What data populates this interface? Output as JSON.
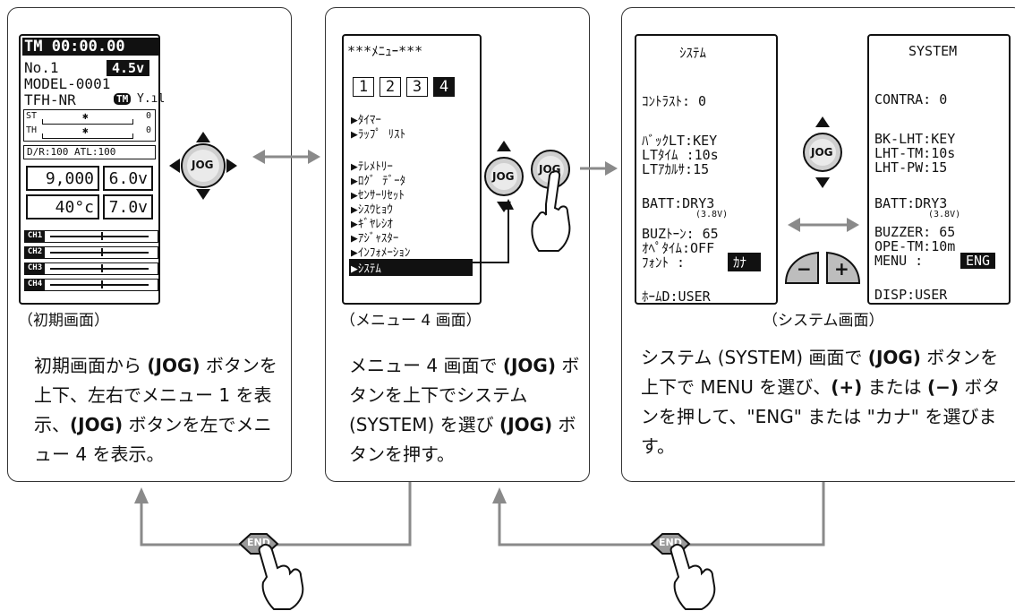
{
  "panel1": {
    "lcd": {
      "timer": "TM 00:00.00",
      "model_no": "No.1",
      "voltage": "4.5v",
      "model_name": "MODEL-0001",
      "system_type": "TFH-NR",
      "tm_badge": "TM",
      "st_label": "ST",
      "st_value": "0",
      "th_label": "TH",
      "th_value": "0",
      "dr_atl": "D/R:100 ATL:100",
      "box1": "9,000",
      "box2": "6.0v",
      "box3": "40°c",
      "box4": "7.0v",
      "channels": [
        "CH1",
        "CH2",
        "CH3",
        "CH4"
      ]
    },
    "caption": "（初期画面）",
    "description_parts": [
      "初期画面から",
      "(JOG)",
      "ボタンを上下、左右でメニュー 1 を表示、",
      "(JOG)",
      "ボタンを左でメニュー 4 を表示。"
    ]
  },
  "panel2": {
    "lcd": {
      "title": "***ﾒﾆｭｰ***",
      "numbers": [
        "1",
        "2",
        "3",
        "4"
      ],
      "items": [
        "▶ﾀｲﾏｰ",
        "▶ﾗｯﾌﾟ ﾘｽﾄ",
        "▶ﾃﾚﾒﾄﾘｰ",
        "▶ﾛｸﾞ ﾃﾞｰﾀ",
        "▶ｾﾝｻｰﾘｾｯﾄ",
        "▶ｼｽｳﾋｮｳ",
        "▶ｷﾞﾔﾚｼｵ",
        "▶ｱｼﾞｬｽﾀｰ",
        "▶ｲﾝﾌｫﾒｰｼｮﾝ",
        "▶ｼｽﾃﾑ"
      ]
    },
    "caption": "（メニュー 4 画面）",
    "description_parts": [
      "メニュー 4 画面で",
      "(JOG)",
      "ボタンを上下でシステム (SYSTEM) を選び",
      "(JOG)",
      "ボタンを押す。"
    ]
  },
  "panel3": {
    "lcd_jp": {
      "title": "ｼｽﾃﾑ",
      "rows": [
        "ｺﾝﾄﾗｽﾄ: 0",
        "ﾊﾞｯｸLT:KEY",
        "LTﾀｲﾑ :10s",
        "LTｱｶﾙｻ:15",
        "BATT:DRY3",
        "(3.8V)",
        "BUZﾄｰﾝ: 65",
        "ｵﾍﾟﾀｲﾑ:OFF",
        "ﾌｫﾝﾄ :",
        "ｶﾅ",
        "ﾎｰﾑD:USER"
      ]
    },
    "lcd_en": {
      "title": "SYSTEM",
      "rows": [
        "CONTRA: 0",
        "BK-LHT:KEY",
        "LHT-TM:10s",
        "LHT-PW:15",
        "BATT:DRY3",
        "(3.8V)",
        "BUZZER: 65",
        "OPE-TM:10m",
        "MENU :",
        "ENG",
        "DISP:USER"
      ]
    },
    "caption": "（システム画面）",
    "description_parts": [
      "システム (SYSTEM) 画面で",
      "(JOG)",
      "ボタンを上下で MENU を選び、",
      "(+)",
      "または",
      "(−)",
      "ボタンを押して、\"ENG\" または \"カナ\" を選びます。"
    ]
  },
  "buttons": {
    "jog": "JOG",
    "end": "END",
    "minus": "−",
    "plus": "+"
  },
  "colors": {
    "arrow_gray": "#8a8a8a",
    "frame": "#333333",
    "lcd_dark": "#111111"
  }
}
